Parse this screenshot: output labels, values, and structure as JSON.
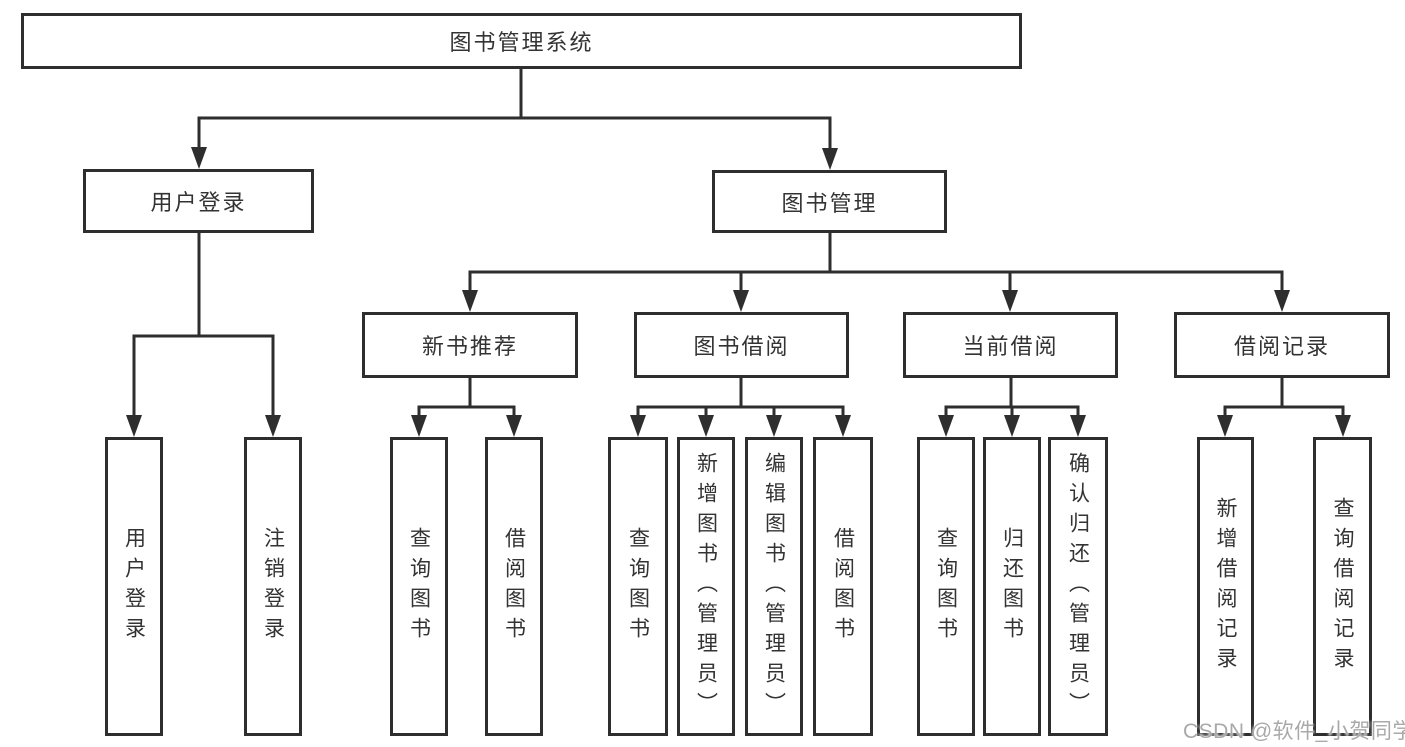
{
  "diagram": {
    "root": "图书管理系统",
    "level2": {
      "user": "用户登录",
      "book": "图书管理"
    },
    "user_children": [
      "用户登录",
      "注销登录"
    ],
    "book_children": [
      "新书推荐",
      "图书借阅",
      "当前借阅",
      "借阅记录"
    ],
    "new_book_children": [
      "查询图书",
      "借阅图书"
    ],
    "book_borrow_children": [
      "查询图书",
      "新增图书（管理员）",
      "编辑图书（管理员）",
      "借阅图书"
    ],
    "current_borrow_children": [
      "查询图书",
      "归还图书",
      "确认归还（管理员）"
    ],
    "record_children": [
      "新增借阅记录",
      "查询借阅记录"
    ]
  },
  "watermark": "CSDN @软件_小贺同学",
  "colors": {
    "line": "#2e2e2e",
    "box_border": "#2e2e2e",
    "text": "#333333",
    "watermark": "#a9a9a9",
    "background": "#ffffff"
  }
}
